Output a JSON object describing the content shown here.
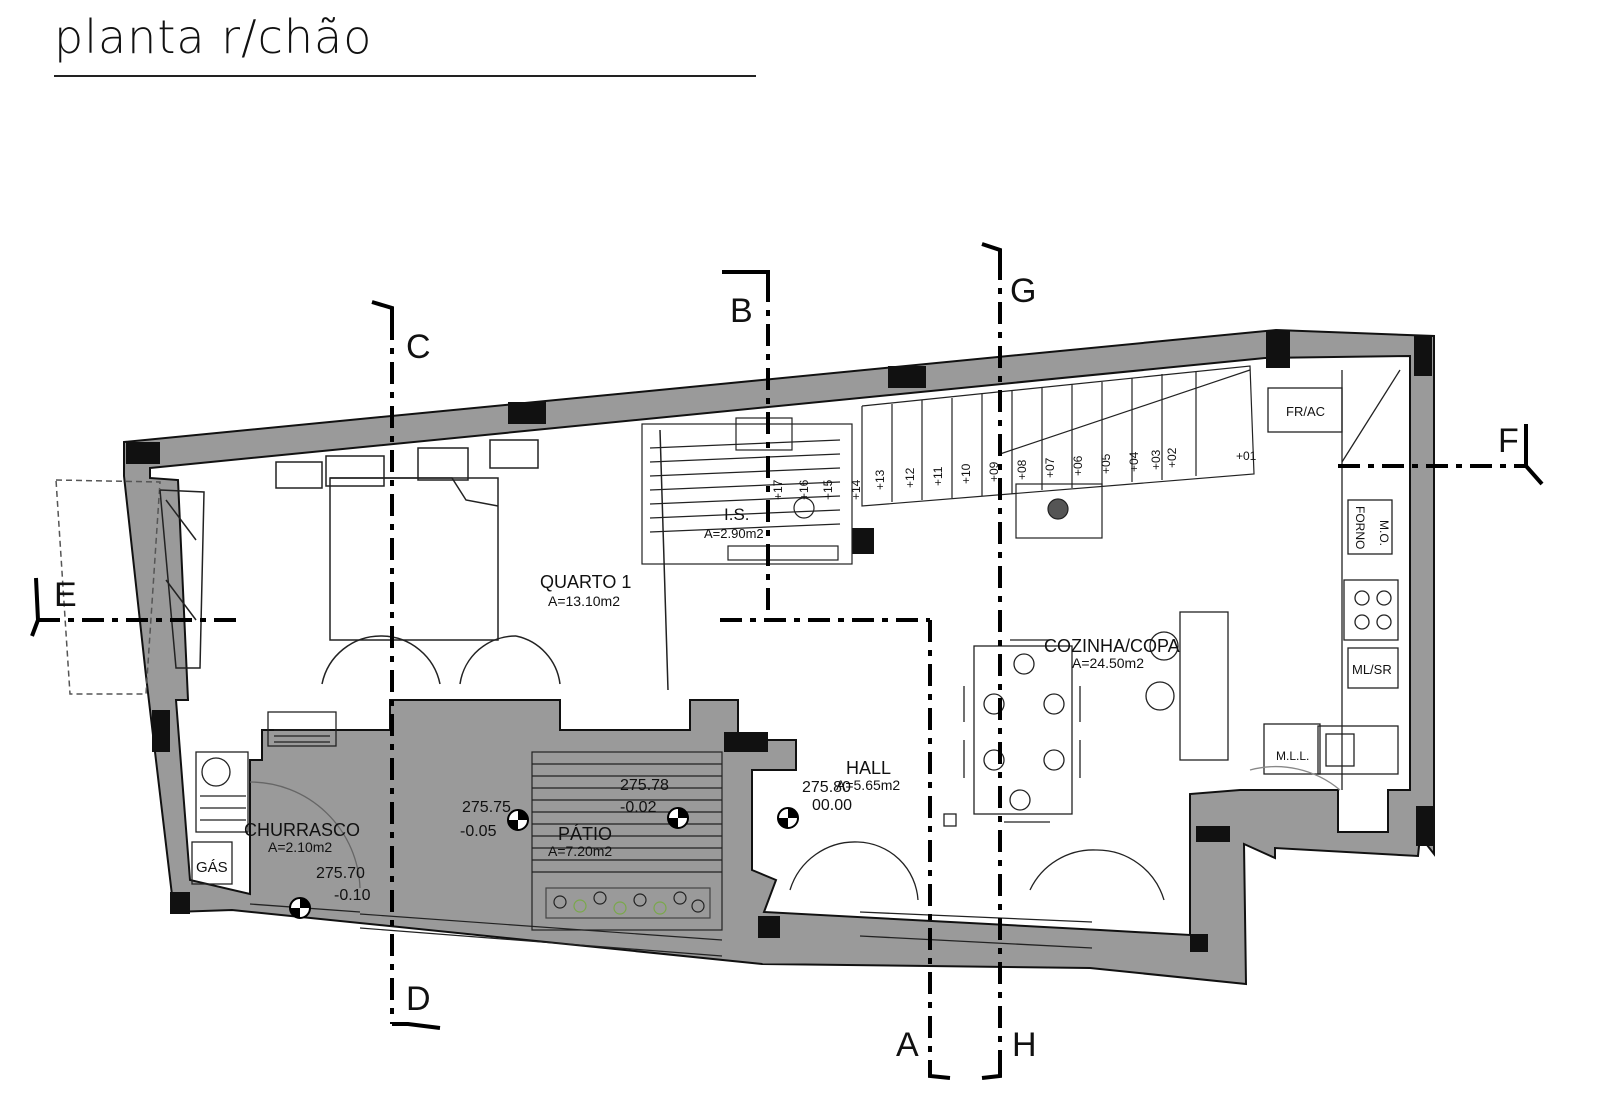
{
  "title": "planta r/chão",
  "section_marks": {
    "A": "A",
    "B": "B",
    "C": "C",
    "D": "D",
    "E": "E",
    "F": "F",
    "G": "G",
    "H": "H"
  },
  "rooms": {
    "quarto": {
      "name": "QUARTO 1",
      "area": "A=13.10m2"
    },
    "is": {
      "name": "I.S.",
      "area": "A=2.90m2"
    },
    "cozinha": {
      "name": "COZINHA/COPA",
      "area": "A=24.50m2"
    },
    "hall": {
      "name": "HALL",
      "area": "A=5.65m2"
    },
    "churrasco": {
      "name": "CHURRASCO",
      "area": "A=2.10m2"
    },
    "patio": {
      "name": "PÁTIO",
      "area": "A=7.20m2"
    }
  },
  "levels": {
    "patio_left": {
      "abs": "275.75",
      "rel": "-0.05"
    },
    "patio_right": {
      "abs": "275.78",
      "rel": "-0.02"
    },
    "hall": {
      "abs": "275.80",
      "rel": "00.00"
    },
    "churrasco": {
      "abs": "275.70",
      "rel": "-0.10"
    }
  },
  "fixtures": {
    "frac": "FR/AC",
    "mo": "M.O.",
    "forno": "FORNO",
    "mlsr": "ML/SR",
    "mll": "M.L.L.",
    "gas": "GÁS"
  },
  "stair_steps": [
    "+13",
    "+12",
    "+11",
    "+10",
    "+09",
    "+08",
    "+07",
    "+06",
    "+05",
    "+04",
    "+03",
    "+02",
    "+01"
  ],
  "stair_steps_is": [
    "+17",
    "+16",
    "+15",
    "+14"
  ]
}
